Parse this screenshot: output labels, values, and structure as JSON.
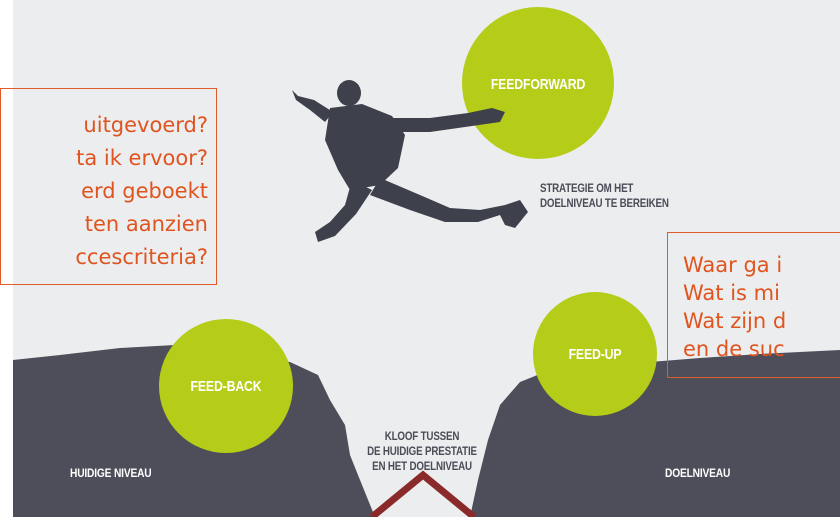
{
  "colors": {
    "background": "#ecedee",
    "cliff": "#4d4e5a",
    "circle": "#b5cc18",
    "accent_text": "#e0541f",
    "box_border": "#e05a2a",
    "chevron": "#8b2a2a"
  },
  "circles": {
    "feedforward": "FEEDFORWARD",
    "feedup": "FEED-UP",
    "feedback": "FEED-BACK"
  },
  "labels": {
    "strategy": [
      "STRATEGIE OM HET",
      "DOELNIVEAU TE BEREIKEN"
    ],
    "gap": [
      "KLOOF TUSSEN",
      "DE HUIDIGE PRESTATIE",
      "EN HET DOELNIVEAU"
    ],
    "current_level": "HUIDIGE NIVEAU",
    "target_level": "DOELNIVEAU"
  },
  "left_box": {
    "lines": [
      "uitgevoerd?",
      "ta ik ervoor?",
      "erd geboekt",
      "ten aanzien",
      "ccescriteria?"
    ]
  },
  "right_box": {
    "lines": [
      "Waar ga i",
      "Wat is mi",
      "Wat zijn d",
      "en de suc"
    ]
  },
  "icons": {
    "jumper": "jumping-man-icon",
    "chevron": "chevron-up-icon"
  }
}
